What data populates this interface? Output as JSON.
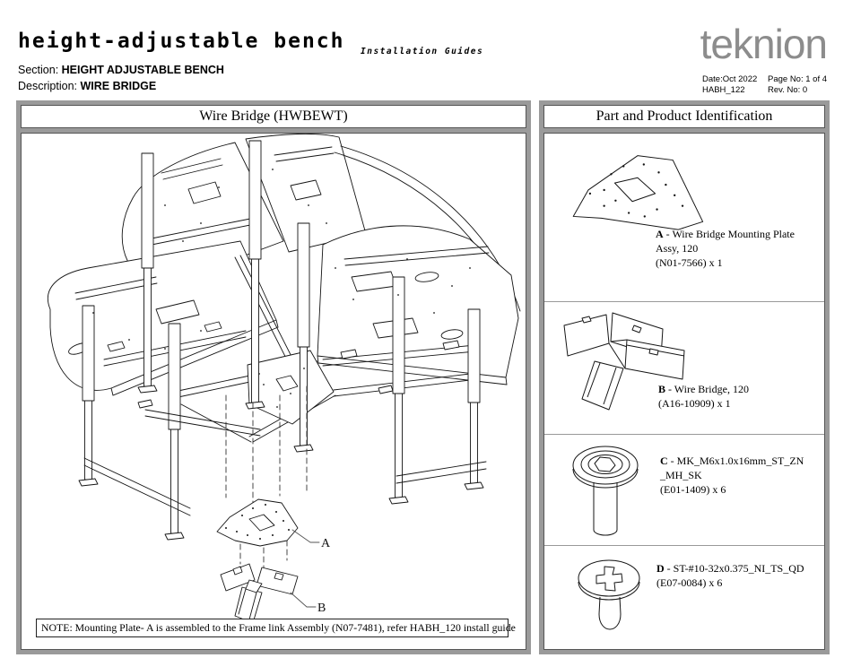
{
  "header": {
    "product_title": "height-adjustable bench",
    "subtitle": "Installation Guides",
    "brand": "teknion",
    "section_label": "Section:",
    "section_value": "HEIGHT ADJUSTABLE BENCH",
    "description_label": "Description:",
    "description_value": "WIRE BRIDGE",
    "date": "Date:Oct 2022",
    "doc_code": "HABH_122",
    "page": "Page No: 1 of 4",
    "rev": "Rev. No: 0"
  },
  "main_panel": {
    "title": "Wire Bridge (HWBEWT)",
    "callout_a": "A",
    "callout_b": "B",
    "note": "NOTE: Mounting Plate- A is assembled to the Frame link Assembly (N07-7481), refer HABH_120 install guide"
  },
  "parts_panel": {
    "title": "Part and Product Identification",
    "parts": [
      {
        "letter": "A",
        "l1": " - Wire Bridge Mounting Plate",
        "l2": "Assy, 120",
        "l3": "(N01-7566) x 1"
      },
      {
        "letter": "B",
        "l1": " - Wire Bridge, 120",
        "l2": "(A16-10909) x 1"
      },
      {
        "letter": "C",
        "l1": " - MK_M6x1.0x16mm_ST_ZN",
        "l2": "_MH_SK",
        "l3": "(E01-1409) x 6"
      },
      {
        "letter": "D",
        "l1": " - ST-#10-32x0.375_NI_TS_QD",
        "l2": "(E07-0084) x 6"
      }
    ]
  },
  "colors": {
    "brand_gray": "#8c8c8c",
    "frame_gray": "#9a9a9a",
    "line": "#151515"
  }
}
